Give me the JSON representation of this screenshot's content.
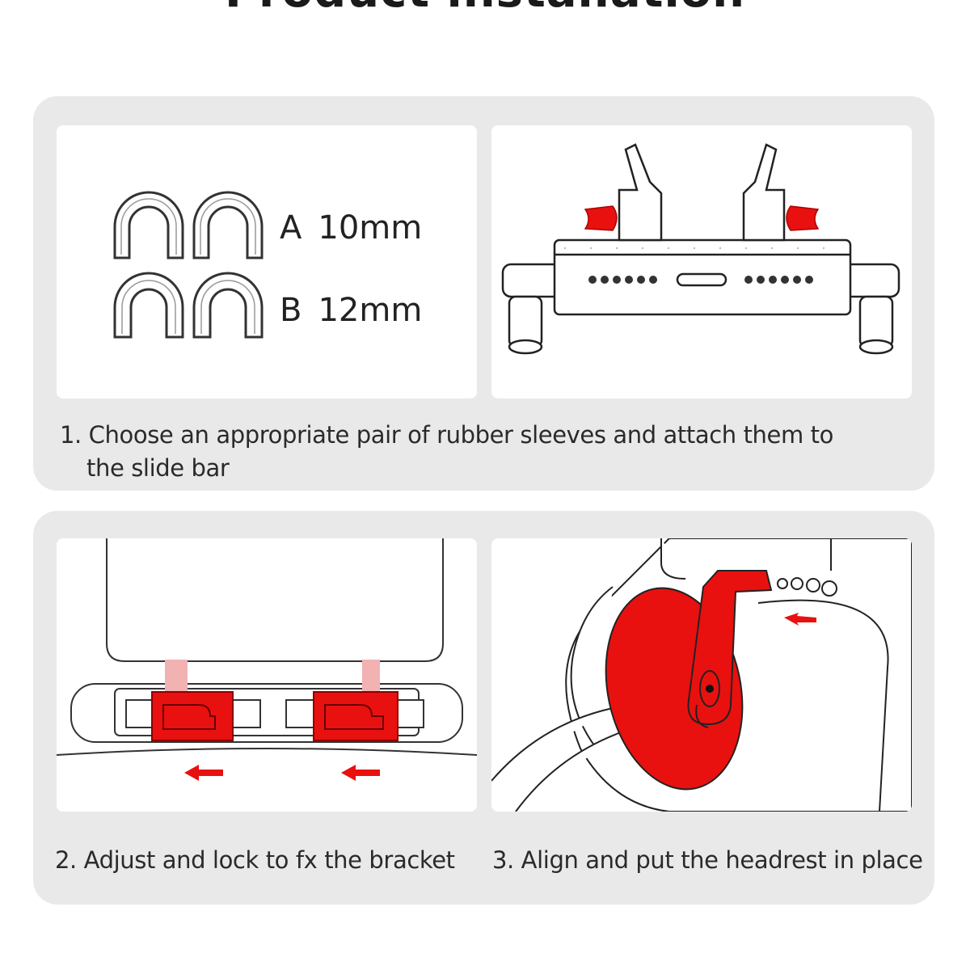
{
  "page": {
    "title": "Product installation"
  },
  "step1": {
    "sleeves": [
      {
        "letter": "A",
        "size": "10mm"
      },
      {
        "letter": "B",
        "size": "12mm"
      }
    ],
    "caption_line1": "1. Choose an appropriate pair of rubber sleeves and attach them to",
    "caption_line2": "the slide bar"
  },
  "step2": {
    "caption": "2. Adjust and lock to fx the bracket"
  },
  "step3": {
    "caption": "3. Align and put the headrest in place"
  },
  "colors": {
    "accent": "#e8110f",
    "section_bg": "#e9e9e9",
    "panel_bg": "#ffffff"
  }
}
